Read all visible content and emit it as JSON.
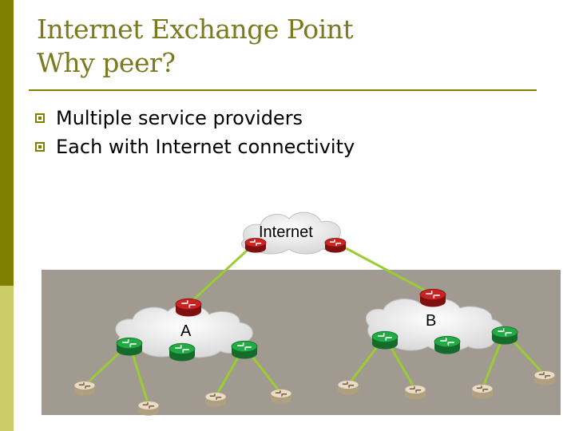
{
  "slide": {
    "title_line1": "Internet Exchange Point",
    "title_line2": "Why peer?",
    "bullets": [
      "Multiple service providers",
      "Each with Internet connectivity"
    ]
  },
  "diagram": {
    "internet_label": "Internet",
    "provider_a_label": "A",
    "provider_b_label": "B"
  },
  "colors": {
    "accent": "#808000",
    "link": "#9acd32",
    "core_router": "#cc2222",
    "edge_router": "#22aa44",
    "leaf_router": "#e8ddc8",
    "panel": "#a09a90"
  }
}
